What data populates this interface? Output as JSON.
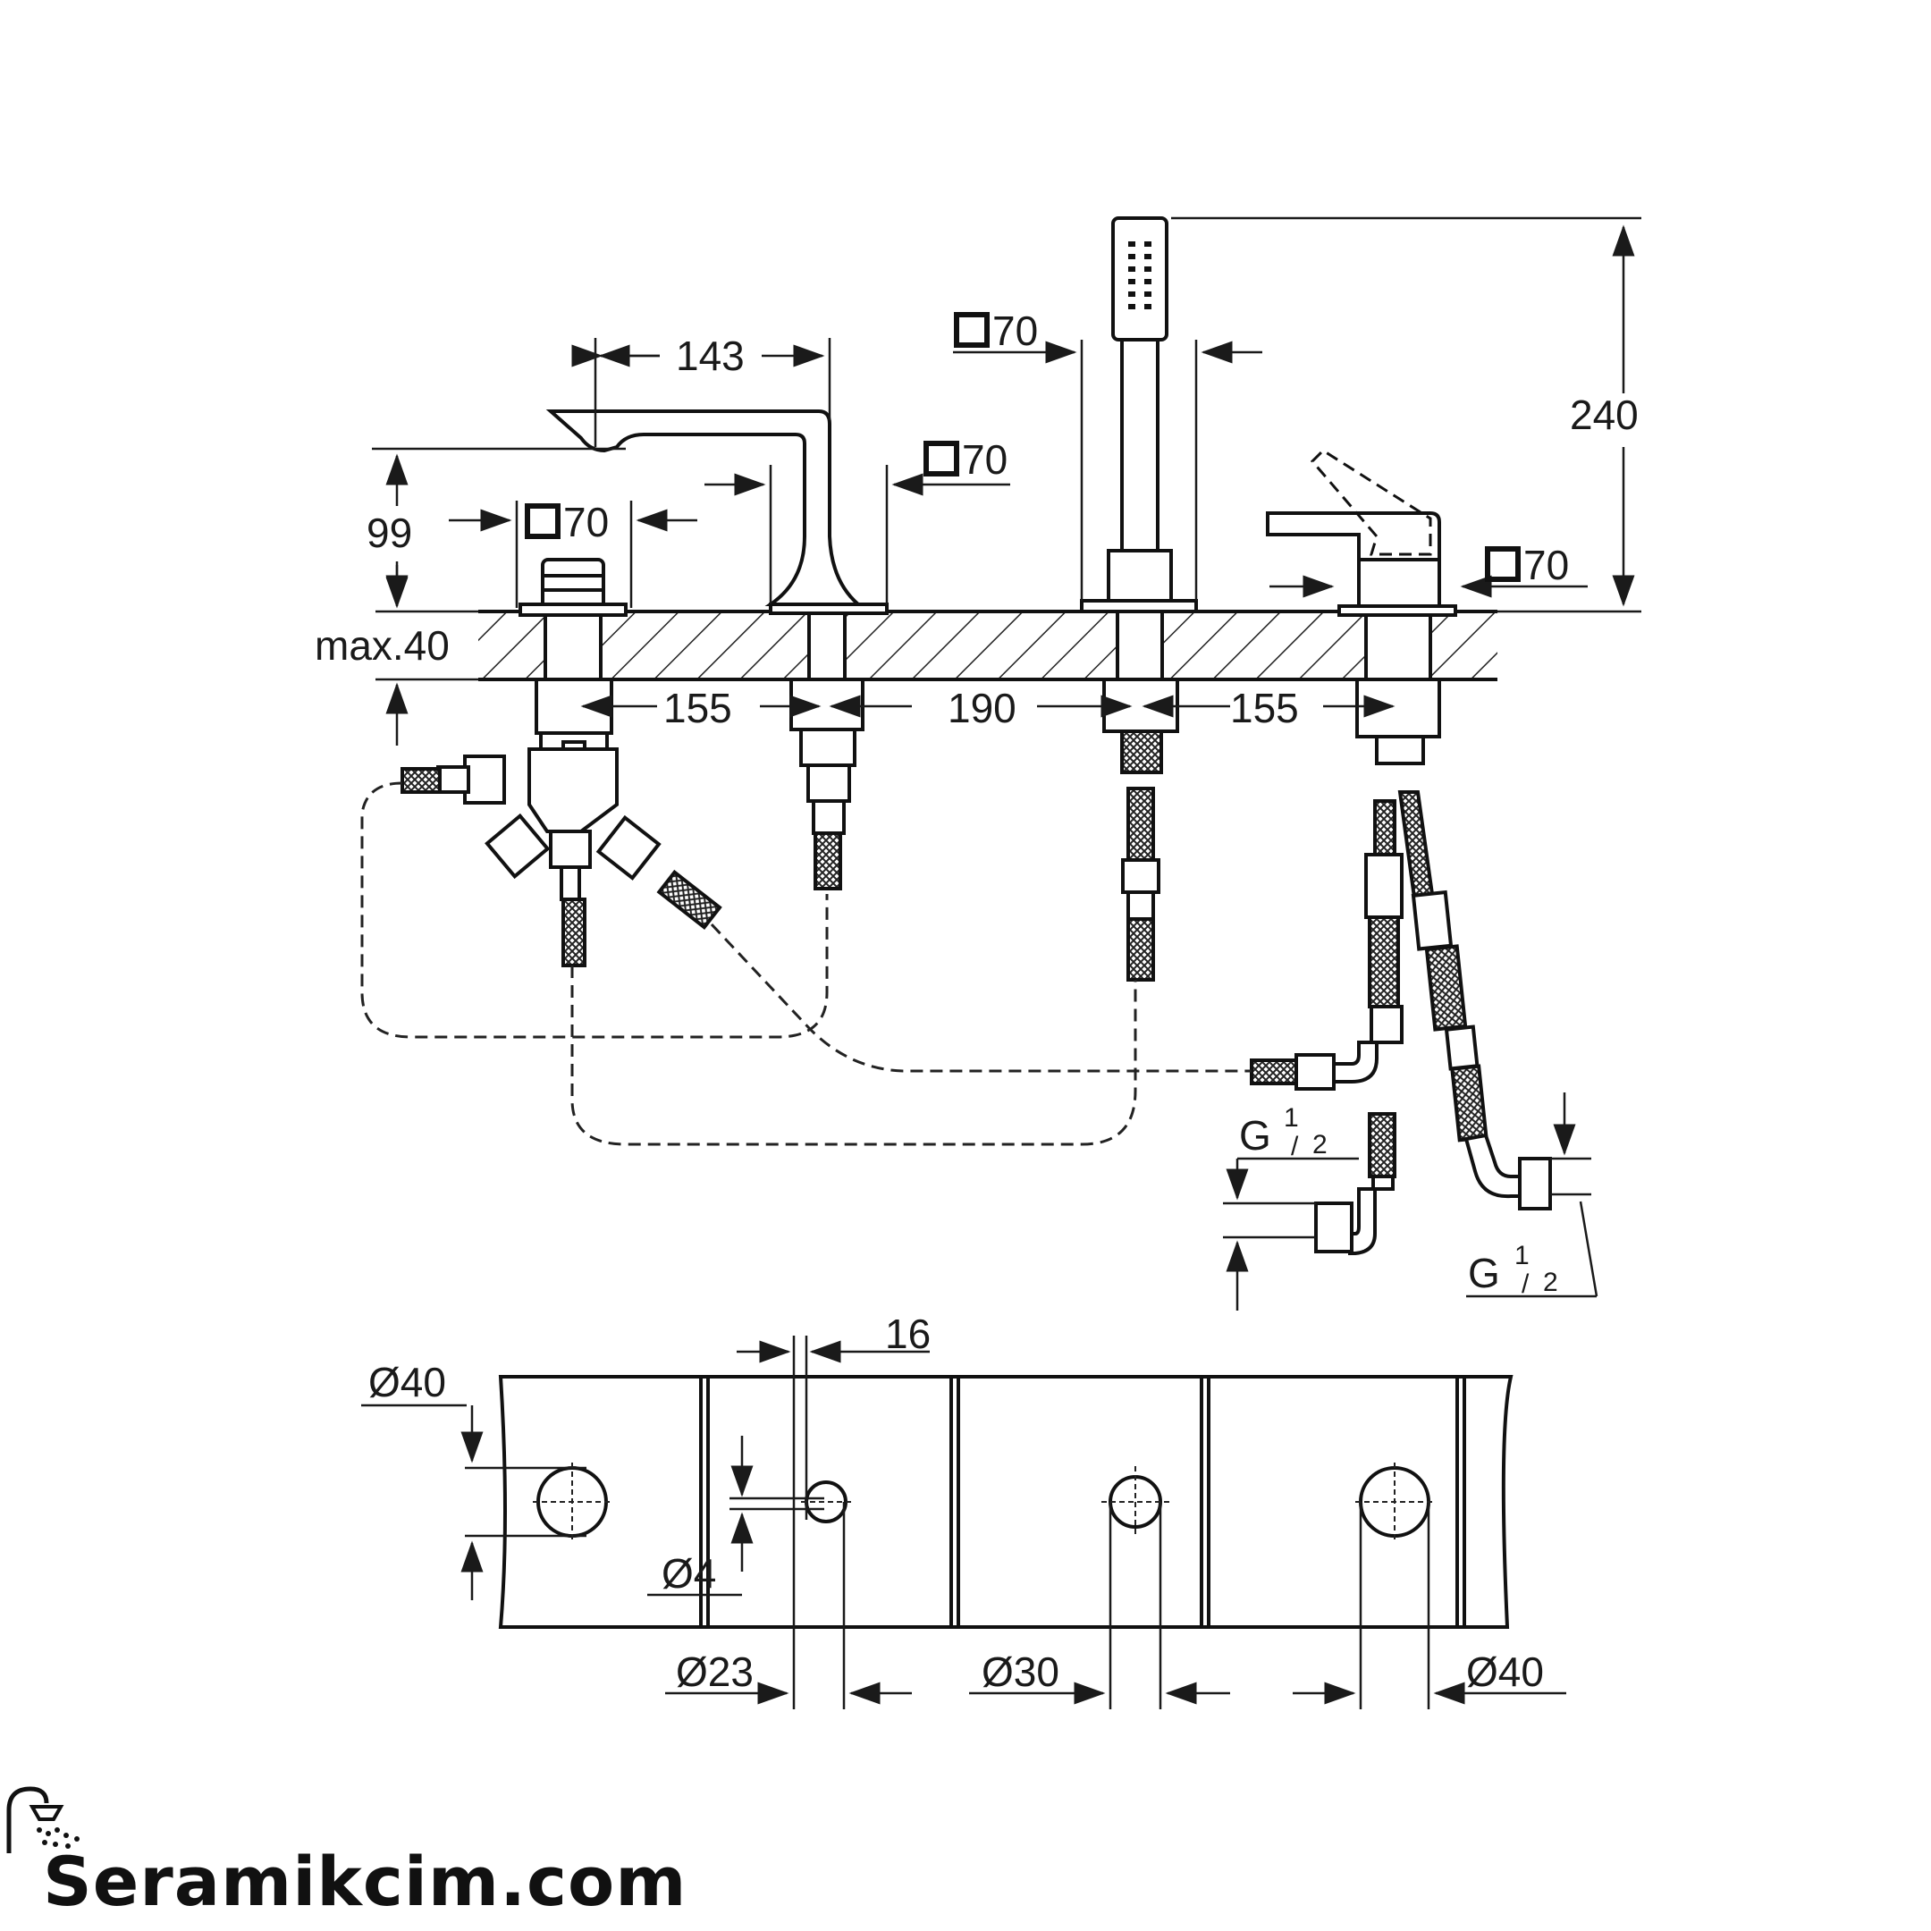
{
  "side_view": {
    "dim_spout_reach": "143",
    "dim_height_total": "240",
    "dim_spout_height": "99",
    "dim_deck_thickness": "max.40",
    "dim_spacing_1": "155",
    "dim_spacing_2": "190",
    "dim_spacing_3": "155",
    "dim_square_valve": "70",
    "dim_square_spout": "70",
    "dim_square_shower": "70",
    "dim_square_mixer": "70",
    "thread_left": "G",
    "thread_right": "G",
    "thread_fraction_num": "1",
    "thread_fraction_den": "2"
  },
  "top_view": {
    "dim_hole_pitch": "16",
    "dim_hole_1": "Ø40",
    "dim_hole_small": "Ø4",
    "dim_hole_2": "Ø23",
    "dim_hole_3": "Ø30",
    "dim_hole_4": "Ø40"
  },
  "brand": {
    "name": "Seramikcim.com",
    "icon": "shower-icon"
  }
}
